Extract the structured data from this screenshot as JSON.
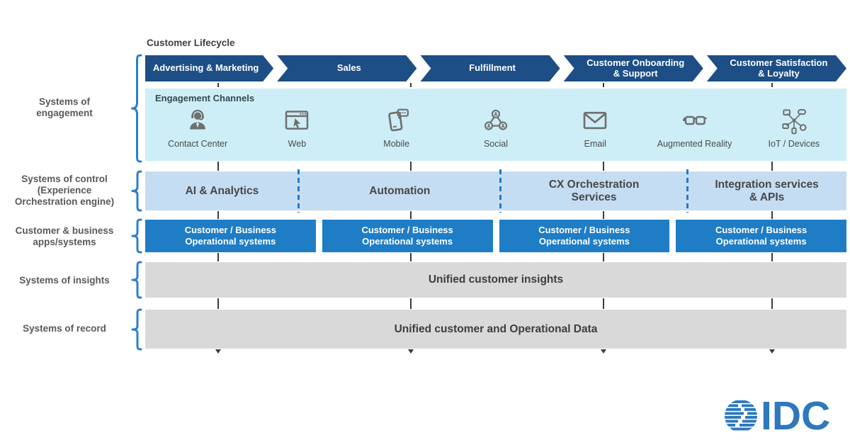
{
  "colors": {
    "chevron_navy": "#1d4e86",
    "engagement_cyan": "#cdeef6",
    "control_blue": "#c5ddf2",
    "apps_blue": "#1f7dc5",
    "band_gray": "#d9d9d9",
    "accent_blue": "#2a7fd0",
    "dashed_separator_blue": "#2478c8",
    "logo_blue": "#2e78bd"
  },
  "lifecycle": {
    "title": "Customer Lifecycle",
    "stages": [
      {
        "lines": [
          "Advertising & Marketing"
        ]
      },
      {
        "lines": [
          "Sales"
        ]
      },
      {
        "lines": [
          "Fulfillment"
        ]
      },
      {
        "lines": [
          "Customer Onboarding",
          "& Support"
        ]
      },
      {
        "lines": [
          "Customer Satisfaction",
          "& Loyalty"
        ]
      }
    ]
  },
  "engagement": {
    "title": "Engagement Channels",
    "channels": [
      {
        "label": "Contact Center",
        "icon": "contact-center-icon"
      },
      {
        "label": "Web",
        "icon": "web-browser-icon"
      },
      {
        "label": "Mobile",
        "icon": "mobile-chat-icon"
      },
      {
        "label": "Social",
        "icon": "social-network-icon"
      },
      {
        "label": "Email",
        "icon": "email-envelope-icon"
      },
      {
        "label": "Augmented Reality",
        "icon": "ar-glasses-icon"
      },
      {
        "label": "IoT / Devices",
        "icon": "iot-devices-icon"
      }
    ]
  },
  "control": {
    "segments": [
      {
        "lines": [
          "AI & Analytics"
        ]
      },
      {
        "lines": [
          "Automation"
        ]
      },
      {
        "lines": [
          "CX Orchestration",
          "Services"
        ]
      },
      {
        "lines": [
          "Integration services",
          "& APIs"
        ]
      }
    ]
  },
  "apps": {
    "boxes": [
      {
        "lines": [
          "Customer / Business",
          "Operational systems"
        ]
      },
      {
        "lines": [
          "Customer / Business",
          "Operational systems"
        ]
      },
      {
        "lines": [
          "Customer / Business",
          "Operational systems"
        ]
      },
      {
        "lines": [
          "Customer / Business",
          "Operational systems"
        ]
      }
    ]
  },
  "insights": {
    "label": "Unified customer insights"
  },
  "record": {
    "label": "Unified customer and Operational Data"
  },
  "side_labels": [
    {
      "lines": [
        "Systems of",
        "engagement"
      ]
    },
    {
      "lines": [
        "Systems of control",
        "(Experience",
        "Orchestration engine)"
      ]
    },
    {
      "lines": [
        "Customer & business",
        "apps/systems"
      ]
    },
    {
      "lines": [
        "Systems of insights"
      ]
    },
    {
      "lines": [
        "Systems of record"
      ]
    }
  ],
  "logo": {
    "text": "IDC"
  }
}
